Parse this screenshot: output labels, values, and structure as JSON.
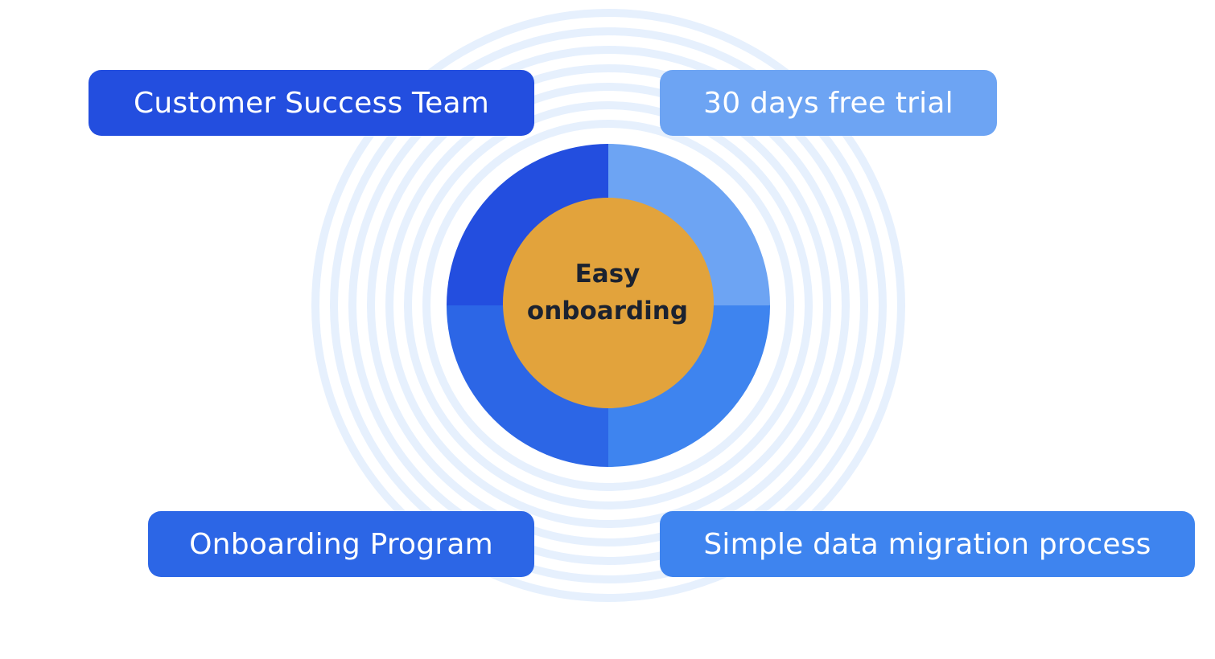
{
  "center": {
    "line1": "Easy",
    "line2": "onboarding",
    "color": "#E2A33C",
    "text_color": "#1B2230"
  },
  "items": [
    {
      "label": "Customer Success Team",
      "color": "#234EDF"
    },
    {
      "label": "30 days free trial",
      "color": "#6DA4F3"
    },
    {
      "label": "Onboarding Program",
      "color": "#2C66E6"
    },
    {
      "label": "Simple data migration process",
      "color": "#3E84EF"
    }
  ],
  "ring_color": "#E6F0FD"
}
